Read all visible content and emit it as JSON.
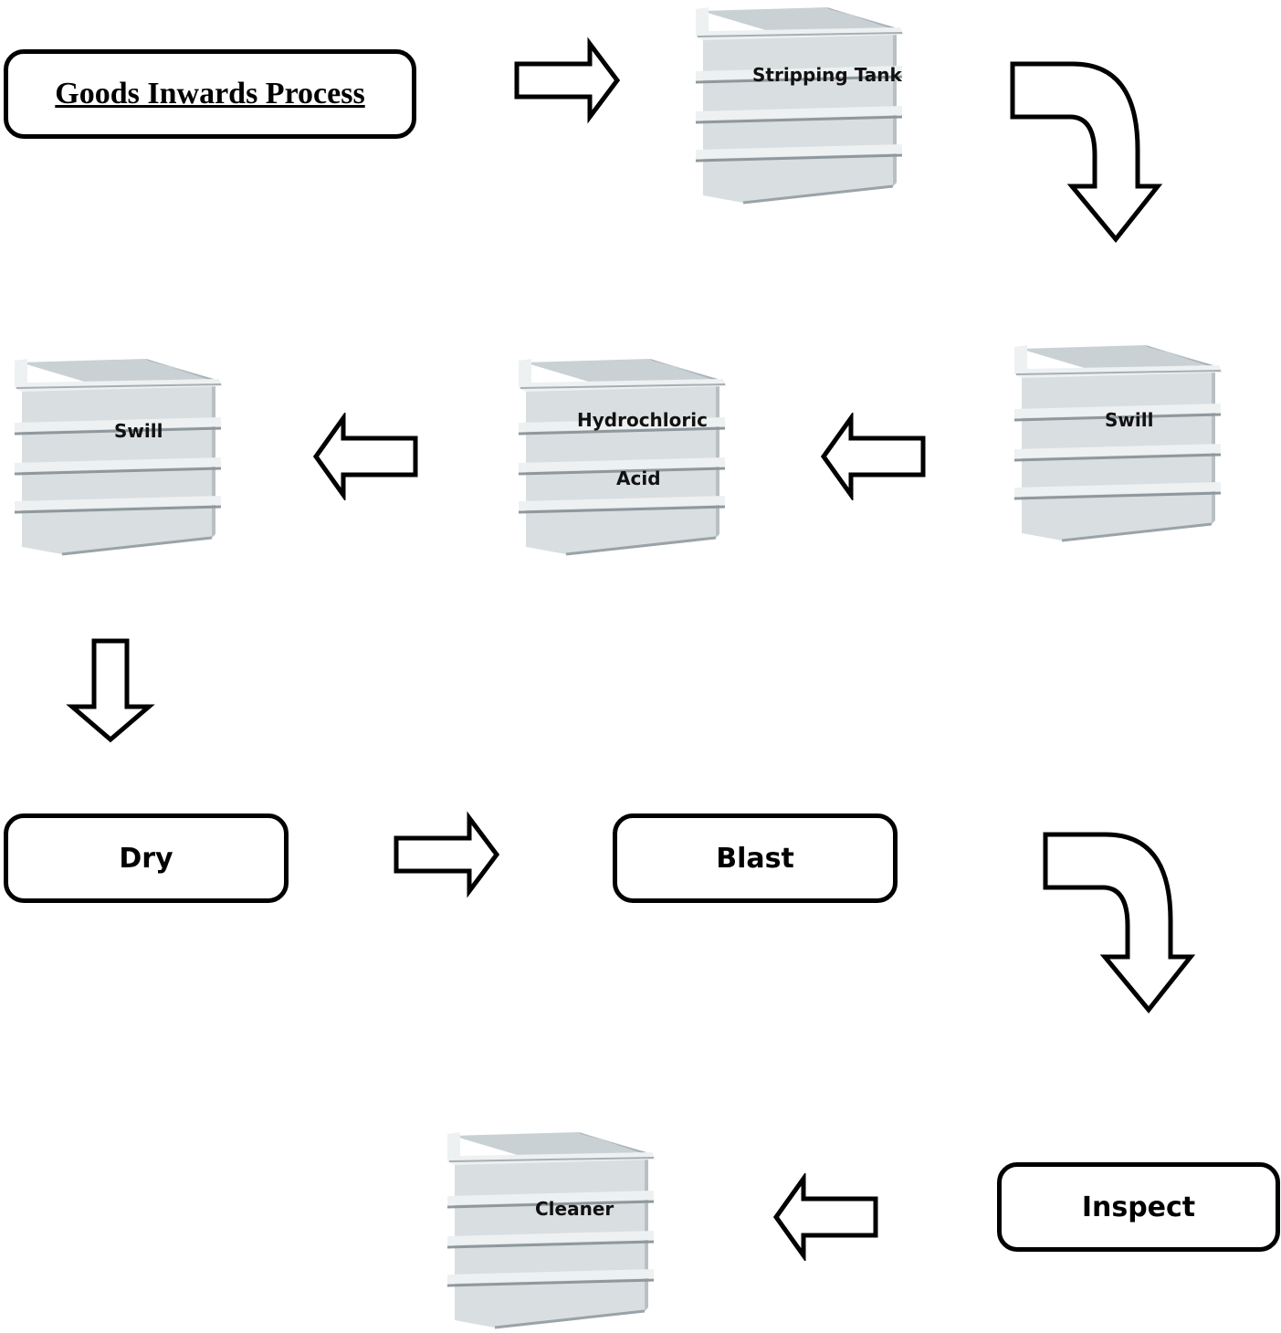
{
  "title": "Goods Inwards Process",
  "steps": {
    "stripping_tank": "Stripping Tank",
    "swill_1": "Swill",
    "hydrochloric_line1": "Hydrochloric",
    "hydrochloric_line2": "Acid",
    "swill_2": "Swill",
    "dry": "Dry",
    "blast": "Blast",
    "inspect": "Inspect",
    "cleaner": "Cleaner"
  },
  "colors": {
    "tank_front": "#d9dee0",
    "tank_side": "#b8c0c4",
    "tank_inner": "#c9d1d4",
    "tank_rim": "#eef1f2",
    "outline": "#000000"
  }
}
